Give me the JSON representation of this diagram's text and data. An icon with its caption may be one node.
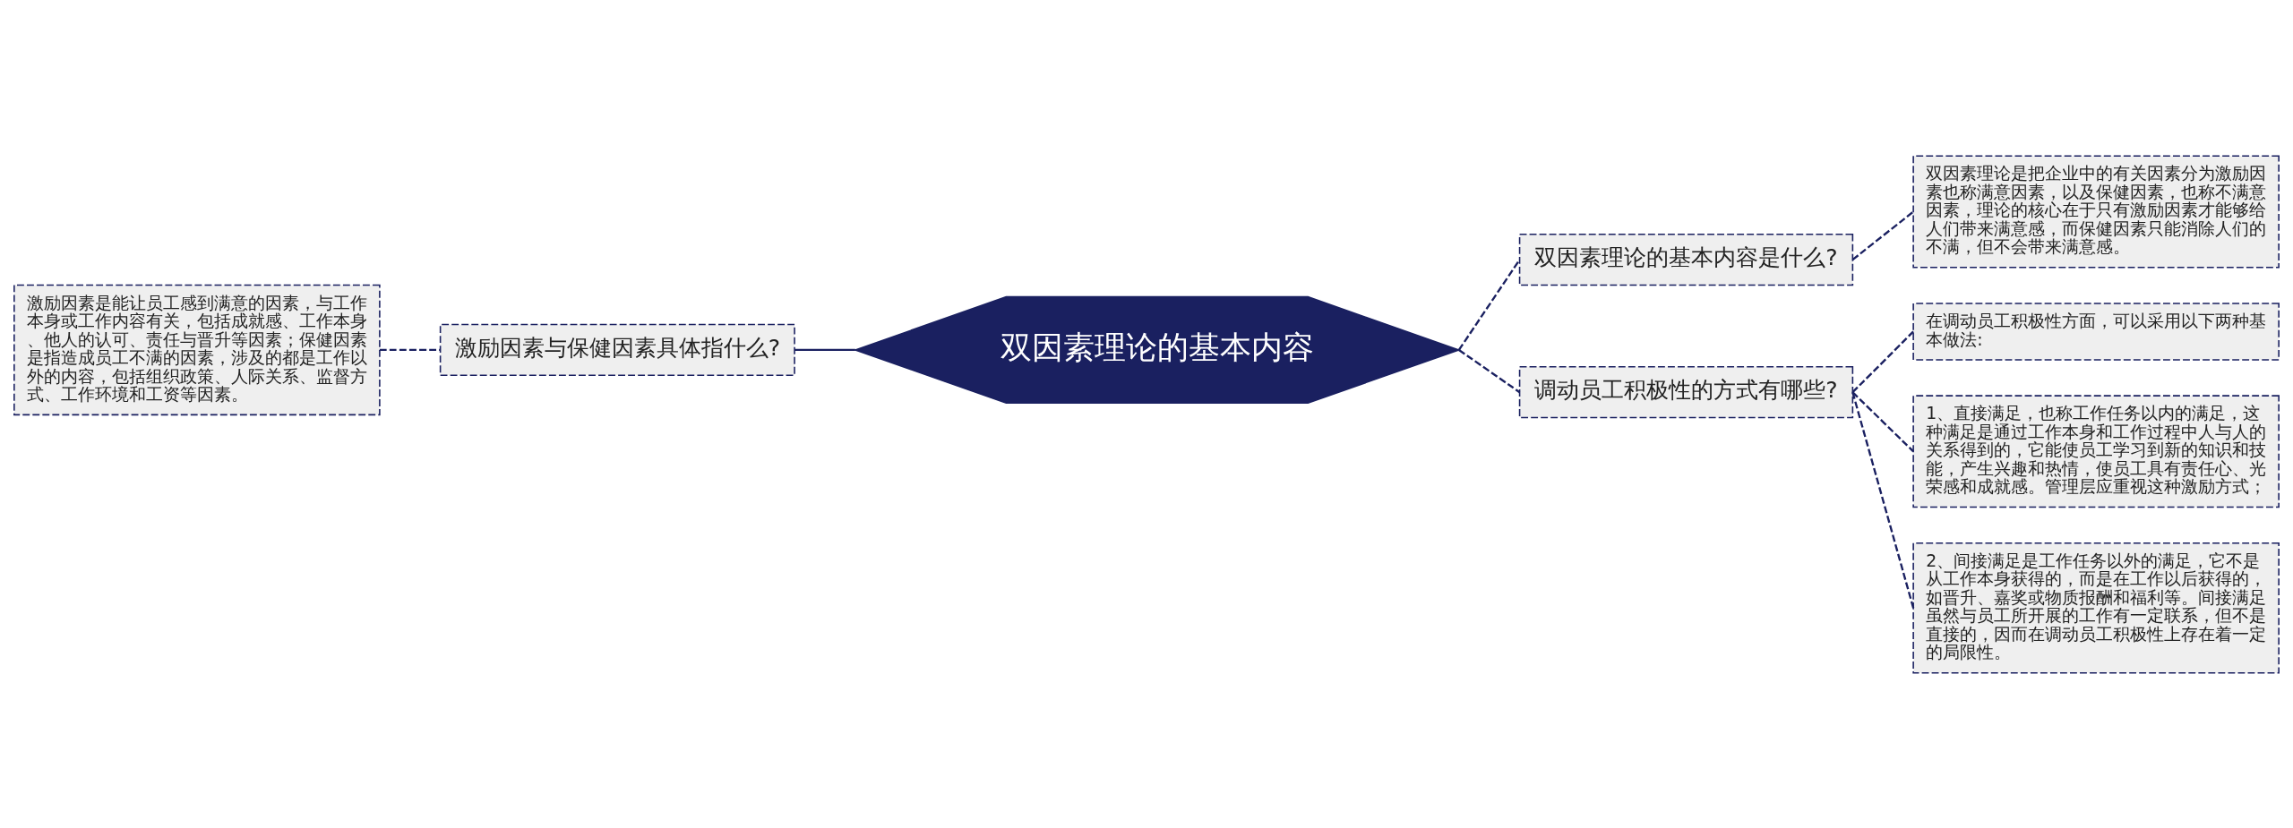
{
  "diagram": {
    "nodes": [
      {
        "text": [
          "双因素理论的基本内容"
        ]
      },
      {
        "text": [
          "激励因素与保健因素具体指什么?"
        ]
      },
      {
        "text": [
          "激励因素是能让员工感到满意的因素，与工作本身或工作内容有关，包括成就感、工作本身、他人的认可、责任与晋升等因素；保健因素是指造成员工不满的因素，涉及的都是工作以外的内容，包括组织政策、人际关系、监督方式、工作环境和工资等因素。"
        ]
      },
      {
        "text": [
          "双因素理论的基本内容是什么?"
        ]
      },
      {
        "text": [
          "双因素理论是把企业中的有关因素分为激励因素也称满意因素，以及保健因素，也称不满意因素，理论的核心在于只有激励因素才能够给人们带来满意感，而保健因素只能消除人们的不满，但不会带来满意感。"
        ]
      },
      {
        "text": [
          "调动员工积极性的方式有哪些?"
        ]
      },
      {
        "text": [
          "在调动员工积极性方面，可以采用以下两种基本做法:"
        ]
      },
      {
        "text": [
          "1、直接满足，也称工作任务以内的满足，这种满足是通过工作本身和工作过程中人与人的关系得到的，它能使员工学习到新的知识和技能，产生兴趣和热情，使员工具有责任心、光荣感和成就感。管理层应重视这种激励方式；"
        ]
      },
      {
        "text": [
          "2、间接满足是工作任务以外的满足，它不是从工作本身获得的，而是在工作以后获得的，如晋升、嘉奖或物质报酬和福利等。间接满足虽然与员工所开展的工作有一定联系，但不是直接的，因而在调动员工积极性上存在着一定的局限性。"
        ]
      }
    ],
    "edges": [
      {
        "from": 0,
        "to": 1,
        "arrow": "none"
      },
      {
        "from": 1,
        "to": 2,
        "arrow": "none",
        "style": "dashed"
      },
      {
        "from": 0,
        "to": 3,
        "arrow": "none",
        "style": "dashed"
      },
      {
        "from": 3,
        "to": 4,
        "arrow": "none",
        "style": "dashed"
      },
      {
        "from": 0,
        "to": 5,
        "arrow": "none",
        "style": "dashed"
      },
      {
        "from": 5,
        "to": 6,
        "arrow": "none",
        "style": "dashed"
      },
      {
        "from": 5,
        "to": 7,
        "arrow": "none",
        "style": "dashed"
      },
      {
        "from": 5,
        "to": 8,
        "arrow": "none",
        "style": "dashed"
      }
    ]
  }
}
